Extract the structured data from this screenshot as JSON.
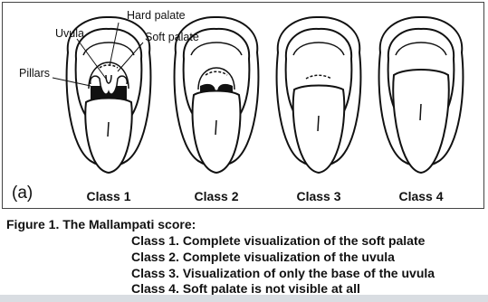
{
  "panel_label": "(a)",
  "anatomy_labels": {
    "hard_palate": "Hard palate",
    "uvula": "Uvula",
    "soft_palate": "Soft palate",
    "pillars": "Pillars"
  },
  "classes": [
    {
      "label": "Class 1"
    },
    {
      "label": "Class 2"
    },
    {
      "label": "Class 3"
    },
    {
      "label": "Class 4"
    }
  ],
  "caption": {
    "title": "Figure 1. The Mallampati score:",
    "lines": [
      "Class 1. Complete visualization of the soft palate",
      "Class 2. Complete visualization of the uvula",
      "Class 3. Visualization of only the base of the uvula",
      "Class 4. Soft palate is not visible at all"
    ]
  }
}
